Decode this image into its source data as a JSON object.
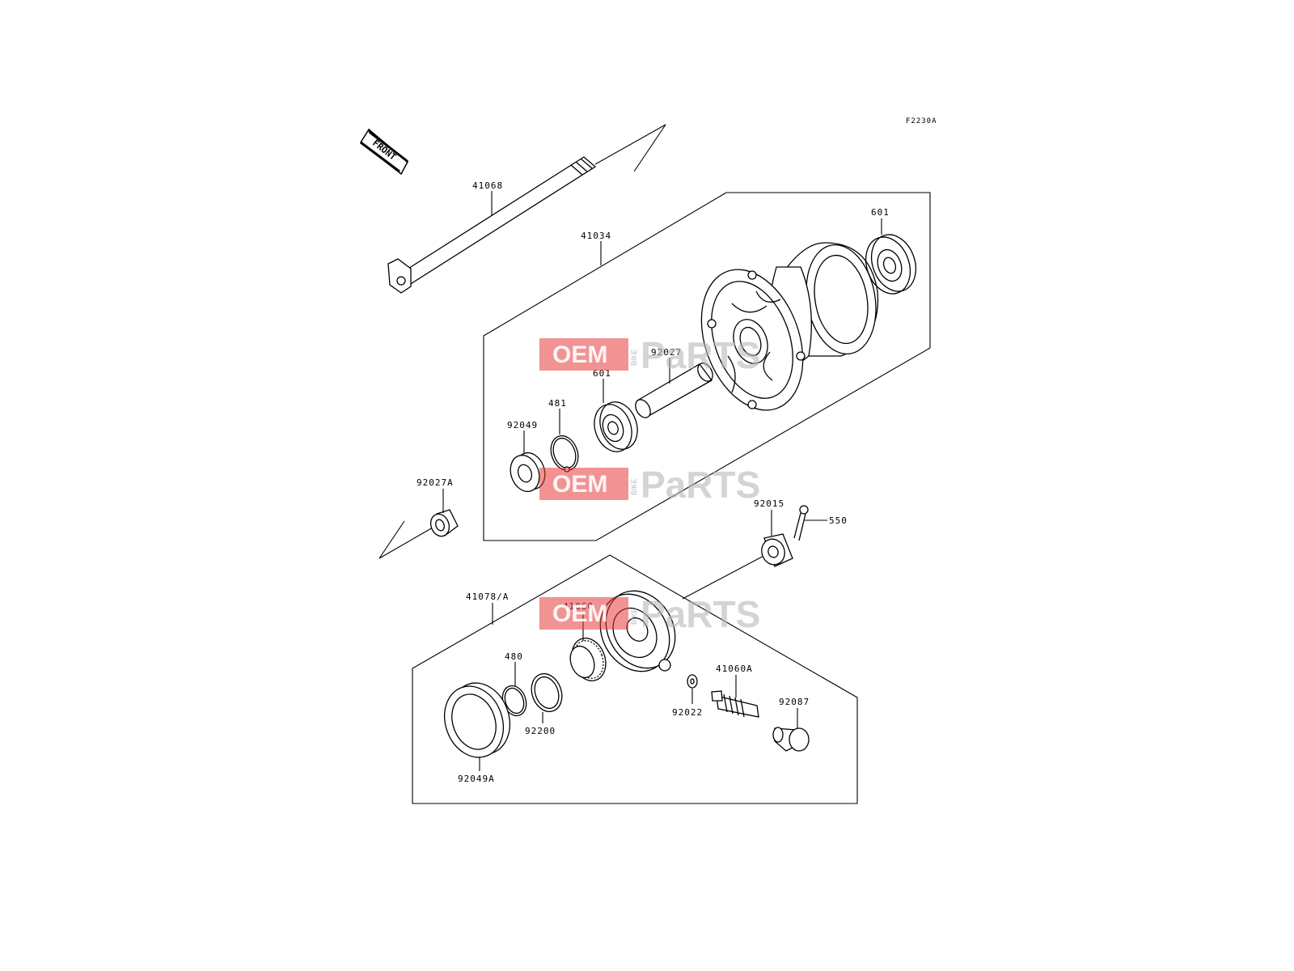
{
  "diagram_code": "F2230A",
  "front_label": "FRONT",
  "watermark": {
    "oem": "OEM",
    "bike": "BIKE",
    "parts": "PaRTS"
  },
  "parts": {
    "p41068": "41068",
    "p41034": "41034",
    "p601_right": "601",
    "p92027": "92027",
    "p601_left": "601",
    "p481": "481",
    "p92049": "92049",
    "p92027A": "92027A",
    "p92015": "92015",
    "p550": "550",
    "p41078A": "41078/A",
    "p41060": "41060",
    "p480": "480",
    "p92200": "92200",
    "p92049A": "92049A",
    "p92022": "92022",
    "p41060A": "41060A",
    "p92087": "92087"
  }
}
